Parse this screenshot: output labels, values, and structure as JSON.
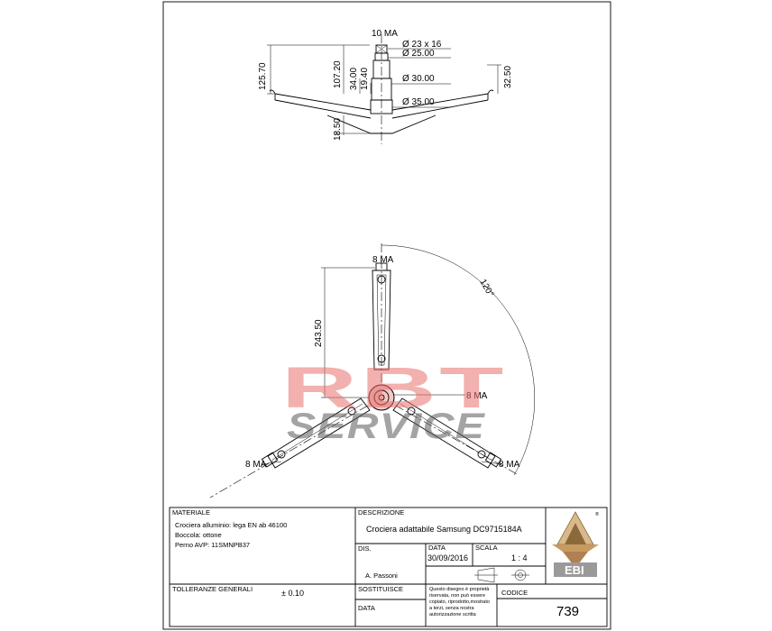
{
  "top_view": {
    "thread_label": "10 MA",
    "dims": [
      "125.70",
      "107.20",
      "34.00",
      "19.40",
      "18.50",
      "32.50"
    ],
    "diameters": [
      "Ø 23 x 16",
      "Ø 25.00",
      "Ø 30.00",
      "Ø 35.00"
    ]
  },
  "plan_view": {
    "top_thread": "8 MA",
    "center_thread": "8 MA",
    "left_thread": "8 MA",
    "right_thread": "8 MA",
    "length_dim": "243.50",
    "angle_label": "120°"
  },
  "watermark": {
    "line1": "RBT",
    "line2": "SERVICE"
  },
  "title_block": {
    "materiale_header": "MATERIALE",
    "materiale_lines": [
      "Crociera alluminio: lega EN ab 46100",
      "Boccola: ottone",
      "Perno AVP: 11SMNPB37"
    ],
    "descrizione_header": "DESCRIZIONE",
    "descrizione_value": "Crociera adattabile Samsung DC9715184A",
    "dis_header": "DIS.",
    "dis_value": "A. Passoni",
    "data_header": "DATA",
    "data_value": "30/09/2016",
    "scala_header": "SCALA",
    "scala_value": "1 : 4",
    "tolleranze_header": "TOLLERANZE GENERALI",
    "tolleranze_value": "± 0.10",
    "sostituisce_header": "SOSTITUISCE",
    "data2_header": "DATA",
    "note_lines": [
      "Questo disegno è proprietà",
      "riservata, non può essere",
      "copiato, riprodotto,mostrato",
      "a terzi, senza nostra",
      "autorizzazione scritta"
    ],
    "codice_header": "CODICE",
    "codice_value": "739",
    "logo_text": "EBI",
    "registered_mark": "®"
  }
}
